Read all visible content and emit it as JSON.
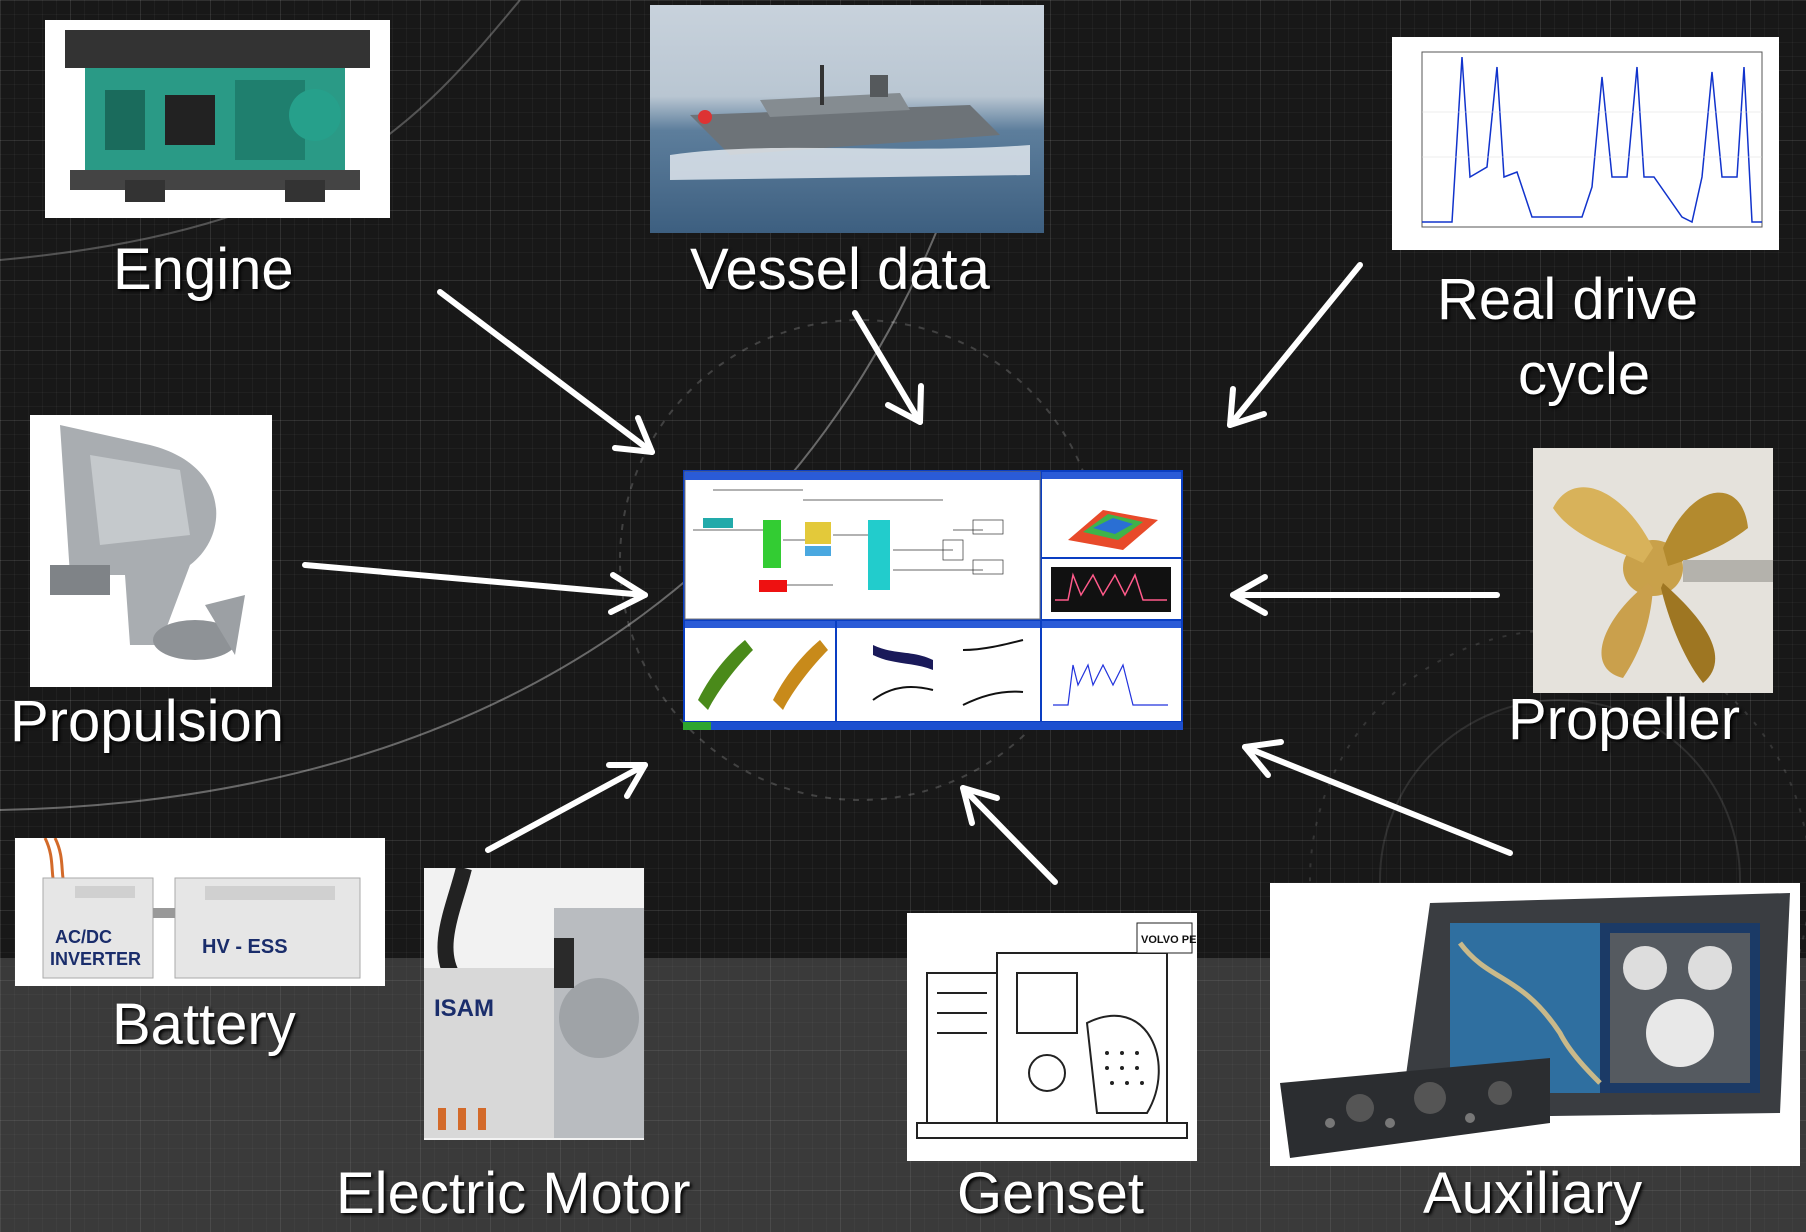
{
  "components": {
    "engine": "Engine",
    "vessel": "Vessel data",
    "drive_cycle_line1": "Real drive",
    "drive_cycle_line2": "cycle",
    "propulsion": "Propulsion",
    "propeller": "Propeller",
    "battery": "Battery",
    "electric_motor": "Electric Motor",
    "genset": "Genset",
    "auxiliary": "Auxiliary"
  },
  "battery_box_labels": {
    "left_line1": "AC/DC",
    "left_line2": "INVERTER",
    "right": "HV - ESS"
  },
  "motor_label": "ISAM",
  "genset_brand": "VOLVO PENTA",
  "colors": {
    "background": "#181818",
    "arrow": "#ffffff",
    "label": "#ffffff"
  }
}
